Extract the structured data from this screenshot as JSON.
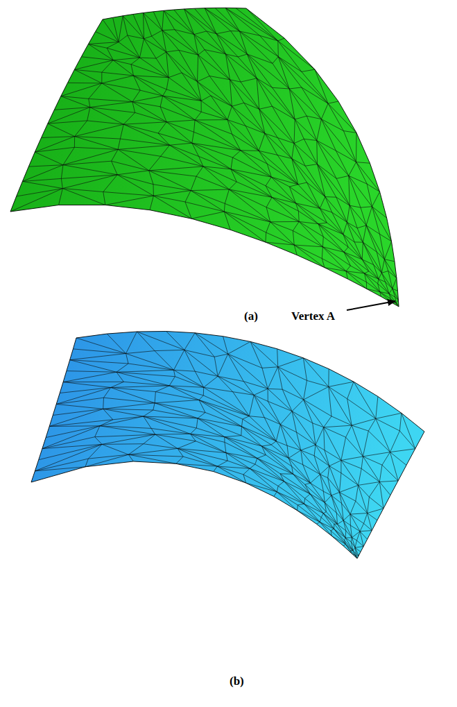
{
  "diagram": {
    "labels": [
      "(a)",
      "Vertex A",
      "(b)"
    ]
  }
}
